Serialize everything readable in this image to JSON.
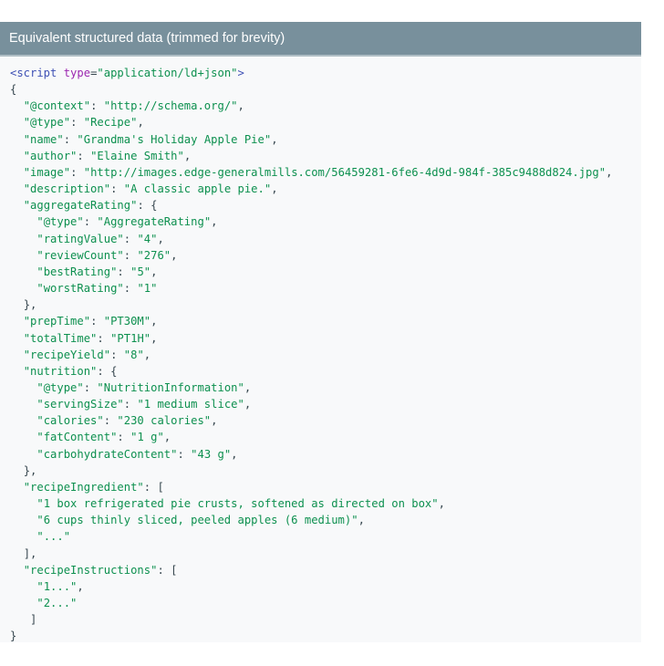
{
  "panel": {
    "title": "Equivalent structured data (trimmed for brevity)"
  },
  "code": {
    "open_tag": "<script",
    "attr_name": "type",
    "attr_value": "\"application/ld+json\"",
    "open_tag_end": ">",
    "lines": [
      {
        "indent": "",
        "key": "",
        "value": "",
        "punct": "{"
      },
      {
        "indent": "  ",
        "key": "\"@context\"",
        "value": "\"http://schema.org/\"",
        "punct": ","
      },
      {
        "indent": "  ",
        "key": "\"@type\"",
        "value": "\"Recipe\"",
        "punct": ","
      },
      {
        "indent": "  ",
        "key": "\"name\"",
        "value": "\"Grandma's Holiday Apple Pie\"",
        "punct": ","
      },
      {
        "indent": "  ",
        "key": "\"author\"",
        "value": "\"Elaine Smith\"",
        "punct": ","
      },
      {
        "indent": "  ",
        "key": "\"image\"",
        "value": "\"http://images.edge-generalmills.com/56459281-6fe6-4d9d-984f-385c9488d824.jpg\"",
        "punct": ","
      },
      {
        "indent": "  ",
        "key": "\"description\"",
        "value": "\"A classic apple pie.\"",
        "punct": ","
      },
      {
        "indent": "  ",
        "key": "\"aggregateRating\"",
        "value": "",
        "punct": " {"
      },
      {
        "indent": "    ",
        "key": "\"@type\"",
        "value": "\"AggregateRating\"",
        "punct": ","
      },
      {
        "indent": "    ",
        "key": "\"ratingValue\"",
        "value": "\"4\"",
        "punct": ","
      },
      {
        "indent": "    ",
        "key": "\"reviewCount\"",
        "value": "\"276\"",
        "punct": ","
      },
      {
        "indent": "    ",
        "key": "\"bestRating\"",
        "value": "\"5\"",
        "punct": ","
      },
      {
        "indent": "    ",
        "key": "\"worstRating\"",
        "value": "\"1\"",
        "punct": ""
      },
      {
        "indent": "  ",
        "key": "",
        "value": "",
        "punct": "},"
      },
      {
        "indent": "  ",
        "key": "\"prepTime\"",
        "value": "\"PT30M\"",
        "punct": ","
      },
      {
        "indent": "  ",
        "key": "\"totalTime\"",
        "value": "\"PT1H\"",
        "punct": ","
      },
      {
        "indent": "  ",
        "key": "\"recipeYield\"",
        "value": "\"8\"",
        "punct": ","
      },
      {
        "indent": "  ",
        "key": "\"nutrition\"",
        "value": "",
        "punct": " {"
      },
      {
        "indent": "    ",
        "key": "\"@type\"",
        "value": "\"NutritionInformation\"",
        "punct": ","
      },
      {
        "indent": "    ",
        "key": "\"servingSize\"",
        "value": "\"1 medium slice\"",
        "punct": ","
      },
      {
        "indent": "    ",
        "key": "\"calories\"",
        "value": "\"230 calories\"",
        "punct": ","
      },
      {
        "indent": "    ",
        "key": "\"fatContent\"",
        "value": "\"1 g\"",
        "punct": ","
      },
      {
        "indent": "    ",
        "key": "\"carbohydrateContent\"",
        "value": "\"43 g\"",
        "punct": ","
      },
      {
        "indent": "  ",
        "key": "",
        "value": "",
        "punct": "},"
      },
      {
        "indent": "  ",
        "key": "\"recipeIngredient\"",
        "value": "",
        "punct": " ["
      },
      {
        "indent": "    ",
        "key": "",
        "value": "\"1 box refrigerated pie crusts, softened as directed on box\"",
        "punct": ","
      },
      {
        "indent": "    ",
        "key": "",
        "value": "\"6 cups thinly sliced, peeled apples (6 medium)\"",
        "punct": ","
      },
      {
        "indent": "    ",
        "key": "",
        "value": "\"...\"",
        "punct": ""
      },
      {
        "indent": "  ",
        "key": "",
        "value": "",
        "punct": "],"
      },
      {
        "indent": "  ",
        "key": "\"recipeInstructions\"",
        "value": "",
        "punct": " ["
      },
      {
        "indent": "    ",
        "key": "",
        "value": "\"1...\"",
        "punct": ","
      },
      {
        "indent": "    ",
        "key": "",
        "value": "\"2...\"",
        "punct": ""
      },
      {
        "indent": "   ",
        "key": "",
        "value": "",
        "punct": "]"
      },
      {
        "indent": "",
        "key": "",
        "value": "",
        "punct": "}"
      }
    ]
  },
  "colors": {
    "header_bg": "#78909c",
    "panel_bg": "#f8f9fa",
    "string": "#0d904f",
    "tag": "#3f51b5",
    "attribute": "#9c27b0"
  }
}
